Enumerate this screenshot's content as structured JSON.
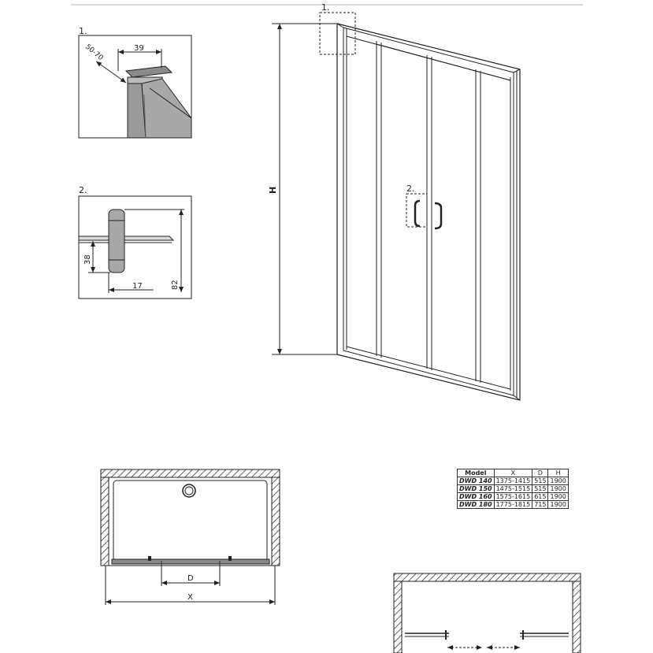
{
  "detail1": {
    "label": "1.",
    "dim_width": "39",
    "dim_range": "50-70"
  },
  "detail2": {
    "label": "2.",
    "dim_a": "38",
    "dim_b": "17",
    "dim_c": "82"
  },
  "main": {
    "label1": "1.",
    "label2": "2.",
    "height_label": "H"
  },
  "plan": {
    "label_d": "D",
    "label_x": "X"
  },
  "table": {
    "headers": [
      "Model",
      "X",
      "D",
      "H"
    ],
    "rows": [
      [
        "DWD 140",
        "1375-1415",
        "515",
        "1900"
      ],
      [
        "DWD 150",
        "1475-1515",
        "515",
        "1900"
      ],
      [
        "DWD 160",
        "1575-1615",
        "615",
        "1900"
      ],
      [
        "DWD 180",
        "1775-1815",
        "715",
        "1900"
      ]
    ]
  },
  "colors": {
    "line": "#222222",
    "frame_fill": "#9a9a9a",
    "glass": "#ffffff"
  }
}
